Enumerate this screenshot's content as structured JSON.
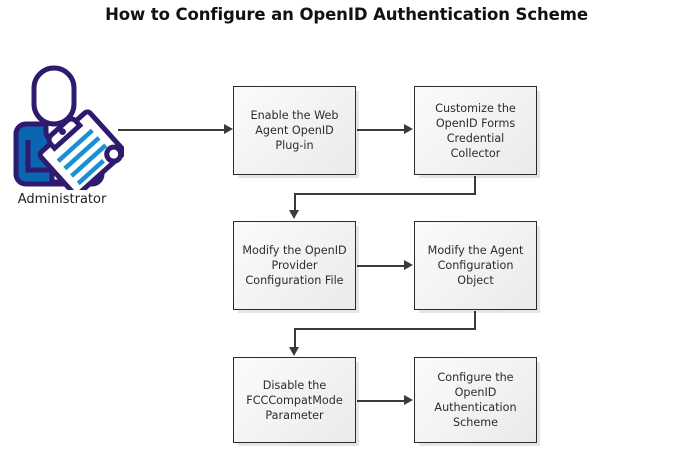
{
  "diagram": {
    "title": "How to Configure an OpenID Authentication Scheme",
    "type": "flowchart",
    "actor": {
      "label": "Administrator",
      "icon": "administrator-person-clipboard-icon",
      "colors": {
        "outline": "#2e1a6e",
        "body": "#0a66b0",
        "accent": "#1b8fd1",
        "paper": "#ffffff"
      }
    },
    "colors": {
      "box_border": "#2b2b2b",
      "box_fill": "#f2f2f2",
      "connector": "#3b3b3b",
      "text": "#2c2c2c",
      "title": "#111111"
    },
    "steps": [
      {
        "id": "step-1",
        "order": 1,
        "label": "Enable the Web Agent OpenID Plug-in"
      },
      {
        "id": "step-2",
        "order": 2,
        "label": "Customize the OpenID Forms Credential Collector"
      },
      {
        "id": "step-3",
        "order": 3,
        "label": "Modify the OpenID Provider Configuration File"
      },
      {
        "id": "step-4",
        "order": 4,
        "label": "Modify the Agent Configuration Object"
      },
      {
        "id": "step-5",
        "order": 5,
        "label": "Disable the FCCCompatMode Parameter"
      },
      {
        "id": "step-6",
        "order": 6,
        "label": "Configure the OpenID Authentication Scheme"
      }
    ],
    "connectors": [
      {
        "from": "administrator",
        "to": "step-1",
        "direction": "right"
      },
      {
        "from": "step-1",
        "to": "step-2",
        "direction": "right"
      },
      {
        "from": "step-2",
        "to": "step-3",
        "direction": "down-left"
      },
      {
        "from": "step-3",
        "to": "step-4",
        "direction": "right"
      },
      {
        "from": "step-4",
        "to": "step-5",
        "direction": "down-left"
      },
      {
        "from": "step-5",
        "to": "step-6",
        "direction": "right"
      }
    ]
  }
}
